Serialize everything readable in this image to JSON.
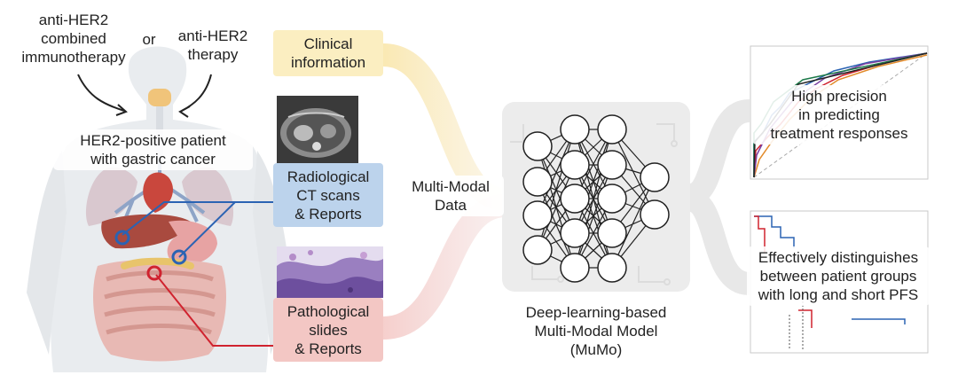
{
  "therapies": {
    "combined": [
      "anti-HER2",
      "combined",
      "immunotherapy"
    ],
    "or": "or",
    "therapy": [
      "anti-HER2",
      "therapy"
    ]
  },
  "patient": [
    "HER2-positive patient",
    "with gastric cancer"
  ],
  "inputs": {
    "clinical": [
      "Clinical",
      "information"
    ],
    "radiological": [
      "Radiological",
      "CT scans",
      "& Reports"
    ],
    "pathological": [
      "Pathological",
      "slides",
      "& Reports"
    ]
  },
  "multimodal": [
    "Multi-Modal",
    "Data"
  ],
  "model": [
    "Deep-learning-based",
    "Multi-Modal Model",
    "(MuMo)"
  ],
  "outputs": {
    "precision": [
      "High precision",
      "in predicting",
      "treatment responses"
    ],
    "distinguish": [
      "Effectively distinguishes",
      "between patient groups",
      "with long and short PFS"
    ]
  },
  "colors": {
    "clinical": "#fbeec1",
    "radiological": "#bcd3ec",
    "pathological": "#f3c7c4",
    "blue_marker": "#2b63b3",
    "red_marker": "#d0232f"
  }
}
